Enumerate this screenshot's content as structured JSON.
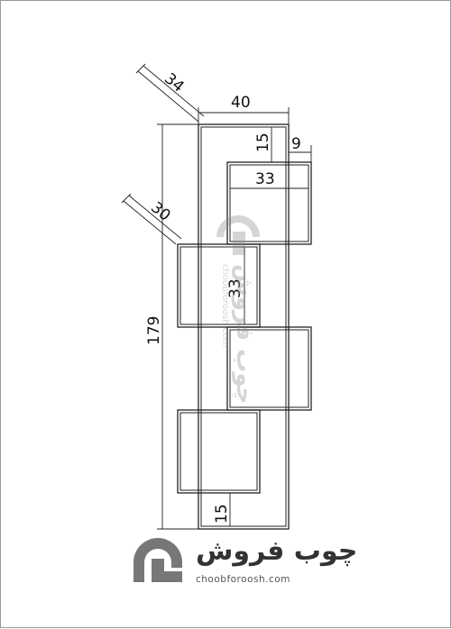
{
  "dimensions": {
    "depth_top": "34",
    "width_top": "40",
    "top_gap": "15",
    "offset_right": "9",
    "box_width": "33",
    "depth_mid": "30",
    "box_height": "33",
    "total_height": "179",
    "bottom_gap": "15"
  },
  "brand": {
    "name": "چوب فروش",
    "url": "choobforoosh.com"
  },
  "colors": {
    "line": "#222222",
    "logo_dark": "#333333",
    "watermark": "#9a9a9a"
  }
}
